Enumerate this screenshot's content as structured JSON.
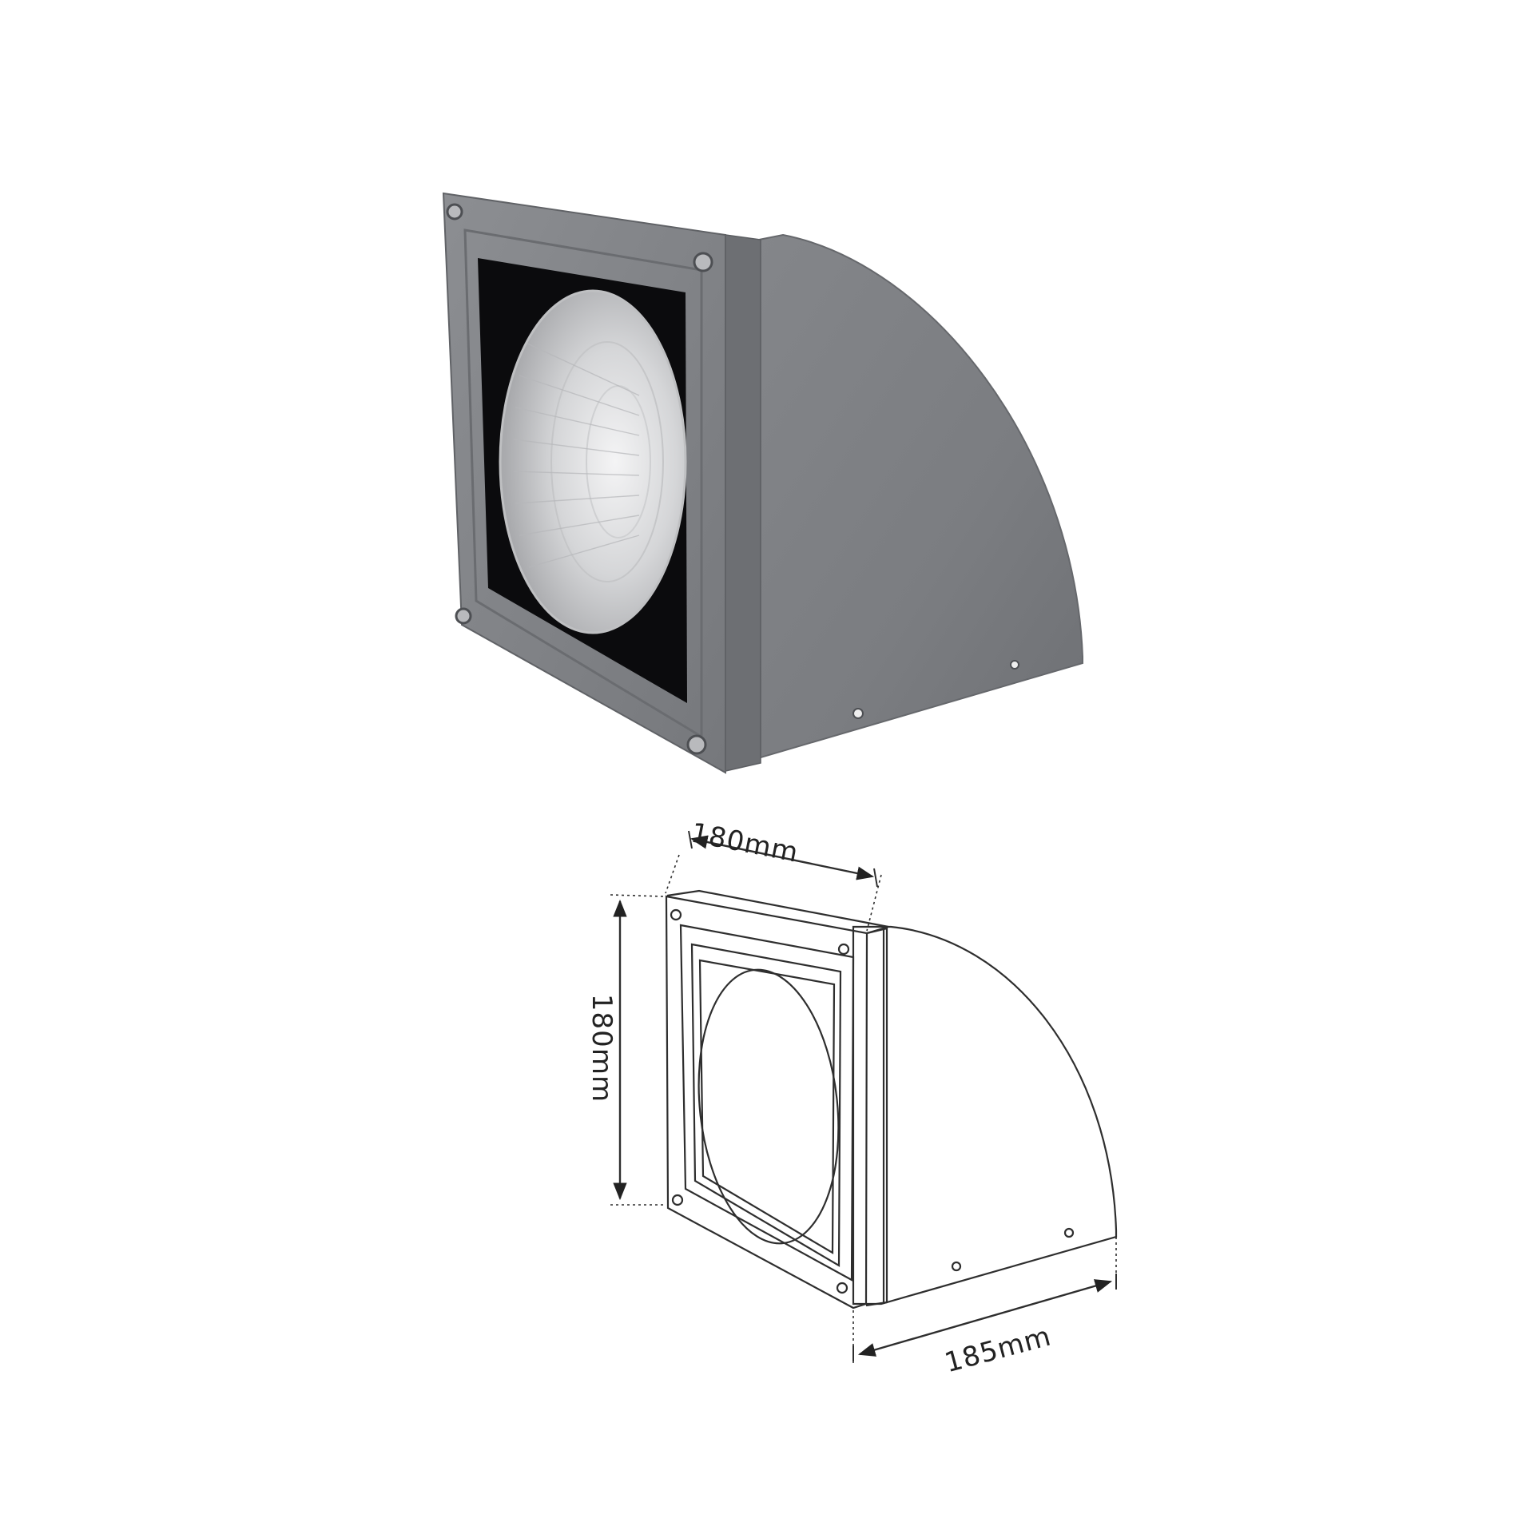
{
  "product": {
    "name_icon": "square-wall-light-icon",
    "colors": {
      "housing": "#7d7f83",
      "housing_dark": "#5f6165",
      "bezel": "#888a8e",
      "lens_recess": "#0b0b0d",
      "reflector": "#d8d9db",
      "drawing_line": "#2e2e2e"
    }
  },
  "drawing": {
    "width_label": "180mm",
    "height_label": "180mm",
    "depth_label": "185mm"
  }
}
